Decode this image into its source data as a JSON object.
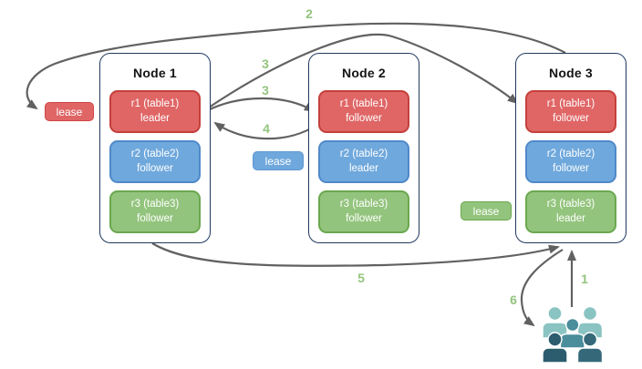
{
  "diagram": {
    "nodes": [
      {
        "title": "Node 1",
        "replicas": [
          {
            "name": "r1 (table1)",
            "role": "leader",
            "color": "red"
          },
          {
            "name": "r2 (table2)",
            "role": "follower",
            "color": "blue"
          },
          {
            "name": "r3 (table3)",
            "role": "follower",
            "color": "green"
          }
        ]
      },
      {
        "title": "Node 2",
        "replicas": [
          {
            "name": "r1 (table1)",
            "role": "follower",
            "color": "red"
          },
          {
            "name": "r2 (table2)",
            "role": "leader",
            "color": "blue"
          },
          {
            "name": "r3 (table3)",
            "role": "follower",
            "color": "green"
          }
        ]
      },
      {
        "title": "Node 3",
        "replicas": [
          {
            "name": "r1 (table1)",
            "role": "follower",
            "color": "red"
          },
          {
            "name": "r2 (table2)",
            "role": "follower",
            "color": "blue"
          },
          {
            "name": "r3 (table3)",
            "role": "leader",
            "color": "green"
          }
        ]
      }
    ],
    "leases": {
      "red": "lease",
      "blue": "lease",
      "green": "lease"
    },
    "steps": {
      "s1": "1",
      "s2": "2",
      "s3a": "3",
      "s3b": "3",
      "s4": "4",
      "s5": "5",
      "s6": "6"
    },
    "icons": {
      "crowd": "users-crowd-icon"
    },
    "colors": {
      "background": "#ffffff",
      "nodeBorder": "#1f3a5f",
      "redFill": "#e06666",
      "redBorder": "#c4403c",
      "blueFill": "#6fa8dc",
      "blueBorder": "#5089c9",
      "greenFill": "#93c47d",
      "greenBorder": "#6aa84f",
      "arrow": "#616161",
      "stepLabel": "#93c47d",
      "crowdLight": "#8ac4c2",
      "crowdMid": "#4a8d9b",
      "crowdDark": "#2c5d6e",
      "crowdDark2": "#35697a"
    }
  }
}
